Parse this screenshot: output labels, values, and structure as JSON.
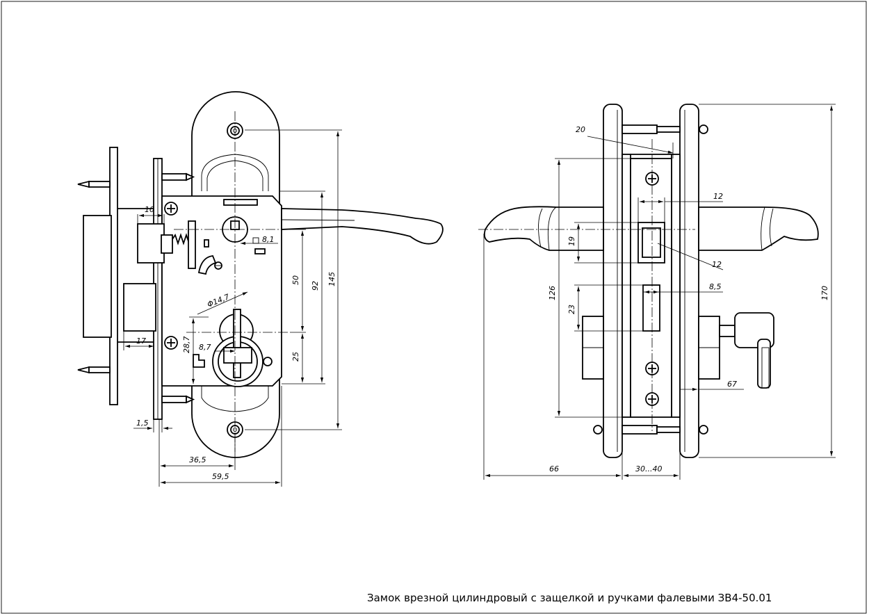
{
  "title": "Замок врезной цилиндровый с защелкой и ручками фалевыми ЗВ4-50.01",
  "dimensions_front": {
    "d10": "10",
    "d8_1": "8,1",
    "d14_7": "Φ14,7",
    "d28_7": "28,7",
    "d8_7": "8,7",
    "d17": "17",
    "d1_5": "1,5",
    "d36_5": "36,5",
    "d59_5": "59,5",
    "d50": "50",
    "d92": "92",
    "d145": "145",
    "d25": "25"
  },
  "dimensions_side": {
    "d20": "20",
    "d12a": "12",
    "d12b": "12",
    "d19": "19",
    "d126": "126",
    "d23": "23",
    "d8_5": "8,5",
    "d67": "67",
    "d170": "170",
    "d66": "66",
    "d30_40": "30...40"
  }
}
